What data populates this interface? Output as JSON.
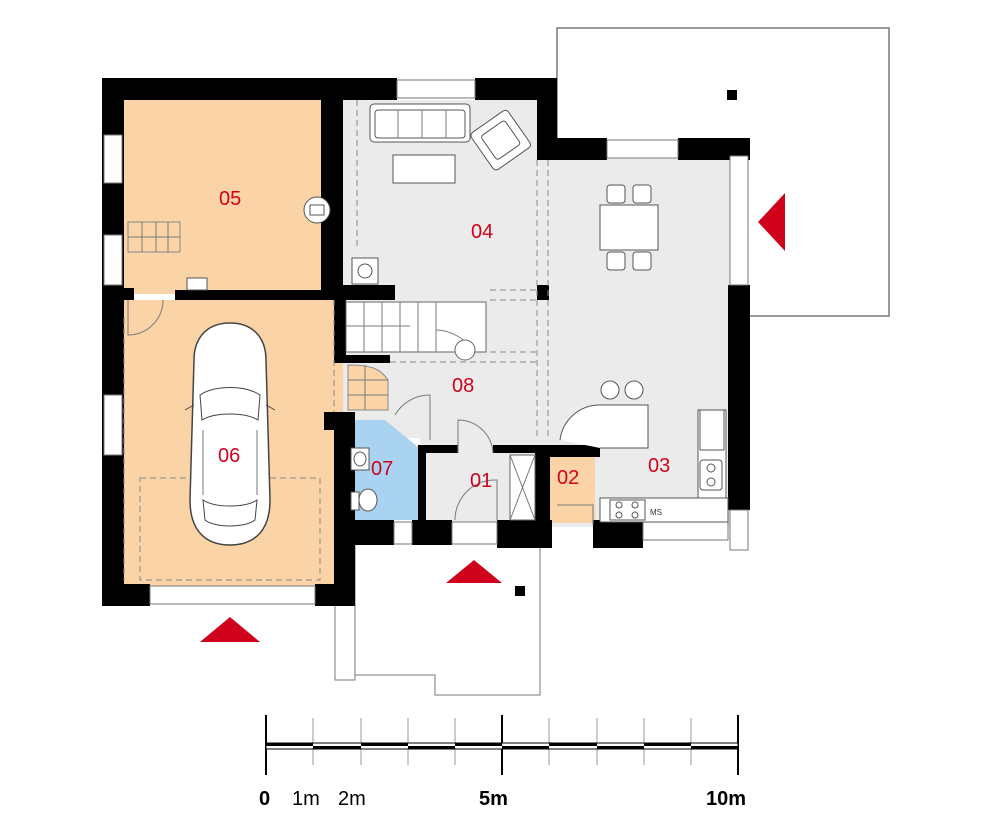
{
  "rooms": [
    {
      "id": "r01",
      "label": "01"
    },
    {
      "id": "r02",
      "label": "02"
    },
    {
      "id": "r03",
      "label": "03"
    },
    {
      "id": "r04",
      "label": "04"
    },
    {
      "id": "r05",
      "label": "05"
    },
    {
      "id": "r06",
      "label": "06"
    },
    {
      "id": "r07",
      "label": "07"
    },
    {
      "id": "r08",
      "label": "08"
    }
  ],
  "appliances": {
    "microwave_label": "MS"
  },
  "scale": {
    "labels": {
      "zero": "0",
      "one": "1m",
      "two": "2m",
      "five": "5m",
      "ten": "10m"
    }
  },
  "colors": {
    "garage": "#fad4a6",
    "bathroom": "#a9d3f0",
    "living": "#ebebeb",
    "wall": "#000000",
    "entrance_marker": "#d0021b",
    "room_label": "#d0021b"
  },
  "icons": [
    "entrance-arrow-icon",
    "car-icon",
    "sofa-icon",
    "armchair-icon",
    "toilet-icon",
    "sink-icon",
    "stove-icon"
  ]
}
